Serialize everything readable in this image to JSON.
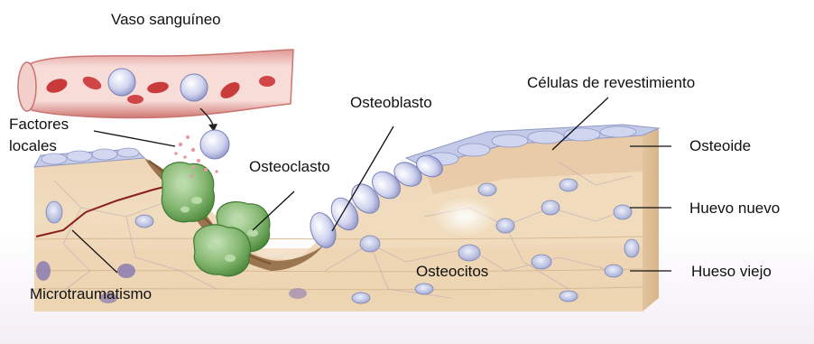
{
  "labels": {
    "vaso_sanguineo": "Vaso sanguíneo",
    "factores_locales_l1": "Factores",
    "factores_locales_l2": "locales",
    "osteoblasto": "Osteoblasto",
    "celulas_revestimiento": "Células de revestimiento",
    "osteoclasto": "Osteoclasto",
    "osteoide": "Osteoide",
    "huevo_nuevo": "Huevo nuevo",
    "hueso_viejo": "Hueso viejo",
    "osteocitos": "Osteocitos",
    "microtraumatismo": "Microtraumatismo"
  },
  "colors": {
    "vessel_wall": "#d9837f",
    "vessel_lumen": "#f6d6d2",
    "red_cell": "#c93a3a",
    "white_cell": "#c9cde9",
    "lining_cells": "#b9c2e2",
    "osteoide_layer": "#e9cfb1",
    "new_bone": "#ecd7b8",
    "old_bone": "#f0dcbc",
    "osteoclast": "#7fb06a",
    "resorption_pit": "#9a7550",
    "microcrack": "#8a1e1e"
  }
}
